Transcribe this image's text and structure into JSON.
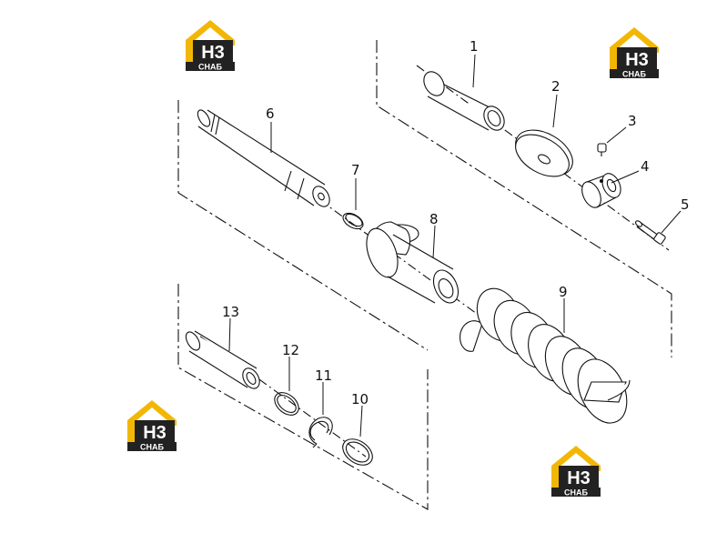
{
  "diagram": {
    "parts": [
      {
        "number": "1"
      },
      {
        "number": "2"
      },
      {
        "number": "3"
      },
      {
        "number": "4"
      },
      {
        "number": "5"
      },
      {
        "number": "6"
      },
      {
        "number": "7"
      },
      {
        "number": "8"
      },
      {
        "number": "9"
      },
      {
        "number": "10"
      },
      {
        "number": "11"
      },
      {
        "number": "12"
      },
      {
        "number": "13"
      }
    ]
  },
  "logos": [
    {
      "top_text": "H3",
      "bottom_text": "СНАБ"
    },
    {
      "top_text": "H3",
      "bottom_text": "СНАБ"
    },
    {
      "top_text": "H3",
      "bottom_text": "СНАБ"
    },
    {
      "top_text": "H3",
      "bottom_text": "СНАБ"
    }
  ],
  "colors": {
    "logo_yellow": "#f2b705",
    "logo_dark": "#222222",
    "line": "#111111"
  }
}
